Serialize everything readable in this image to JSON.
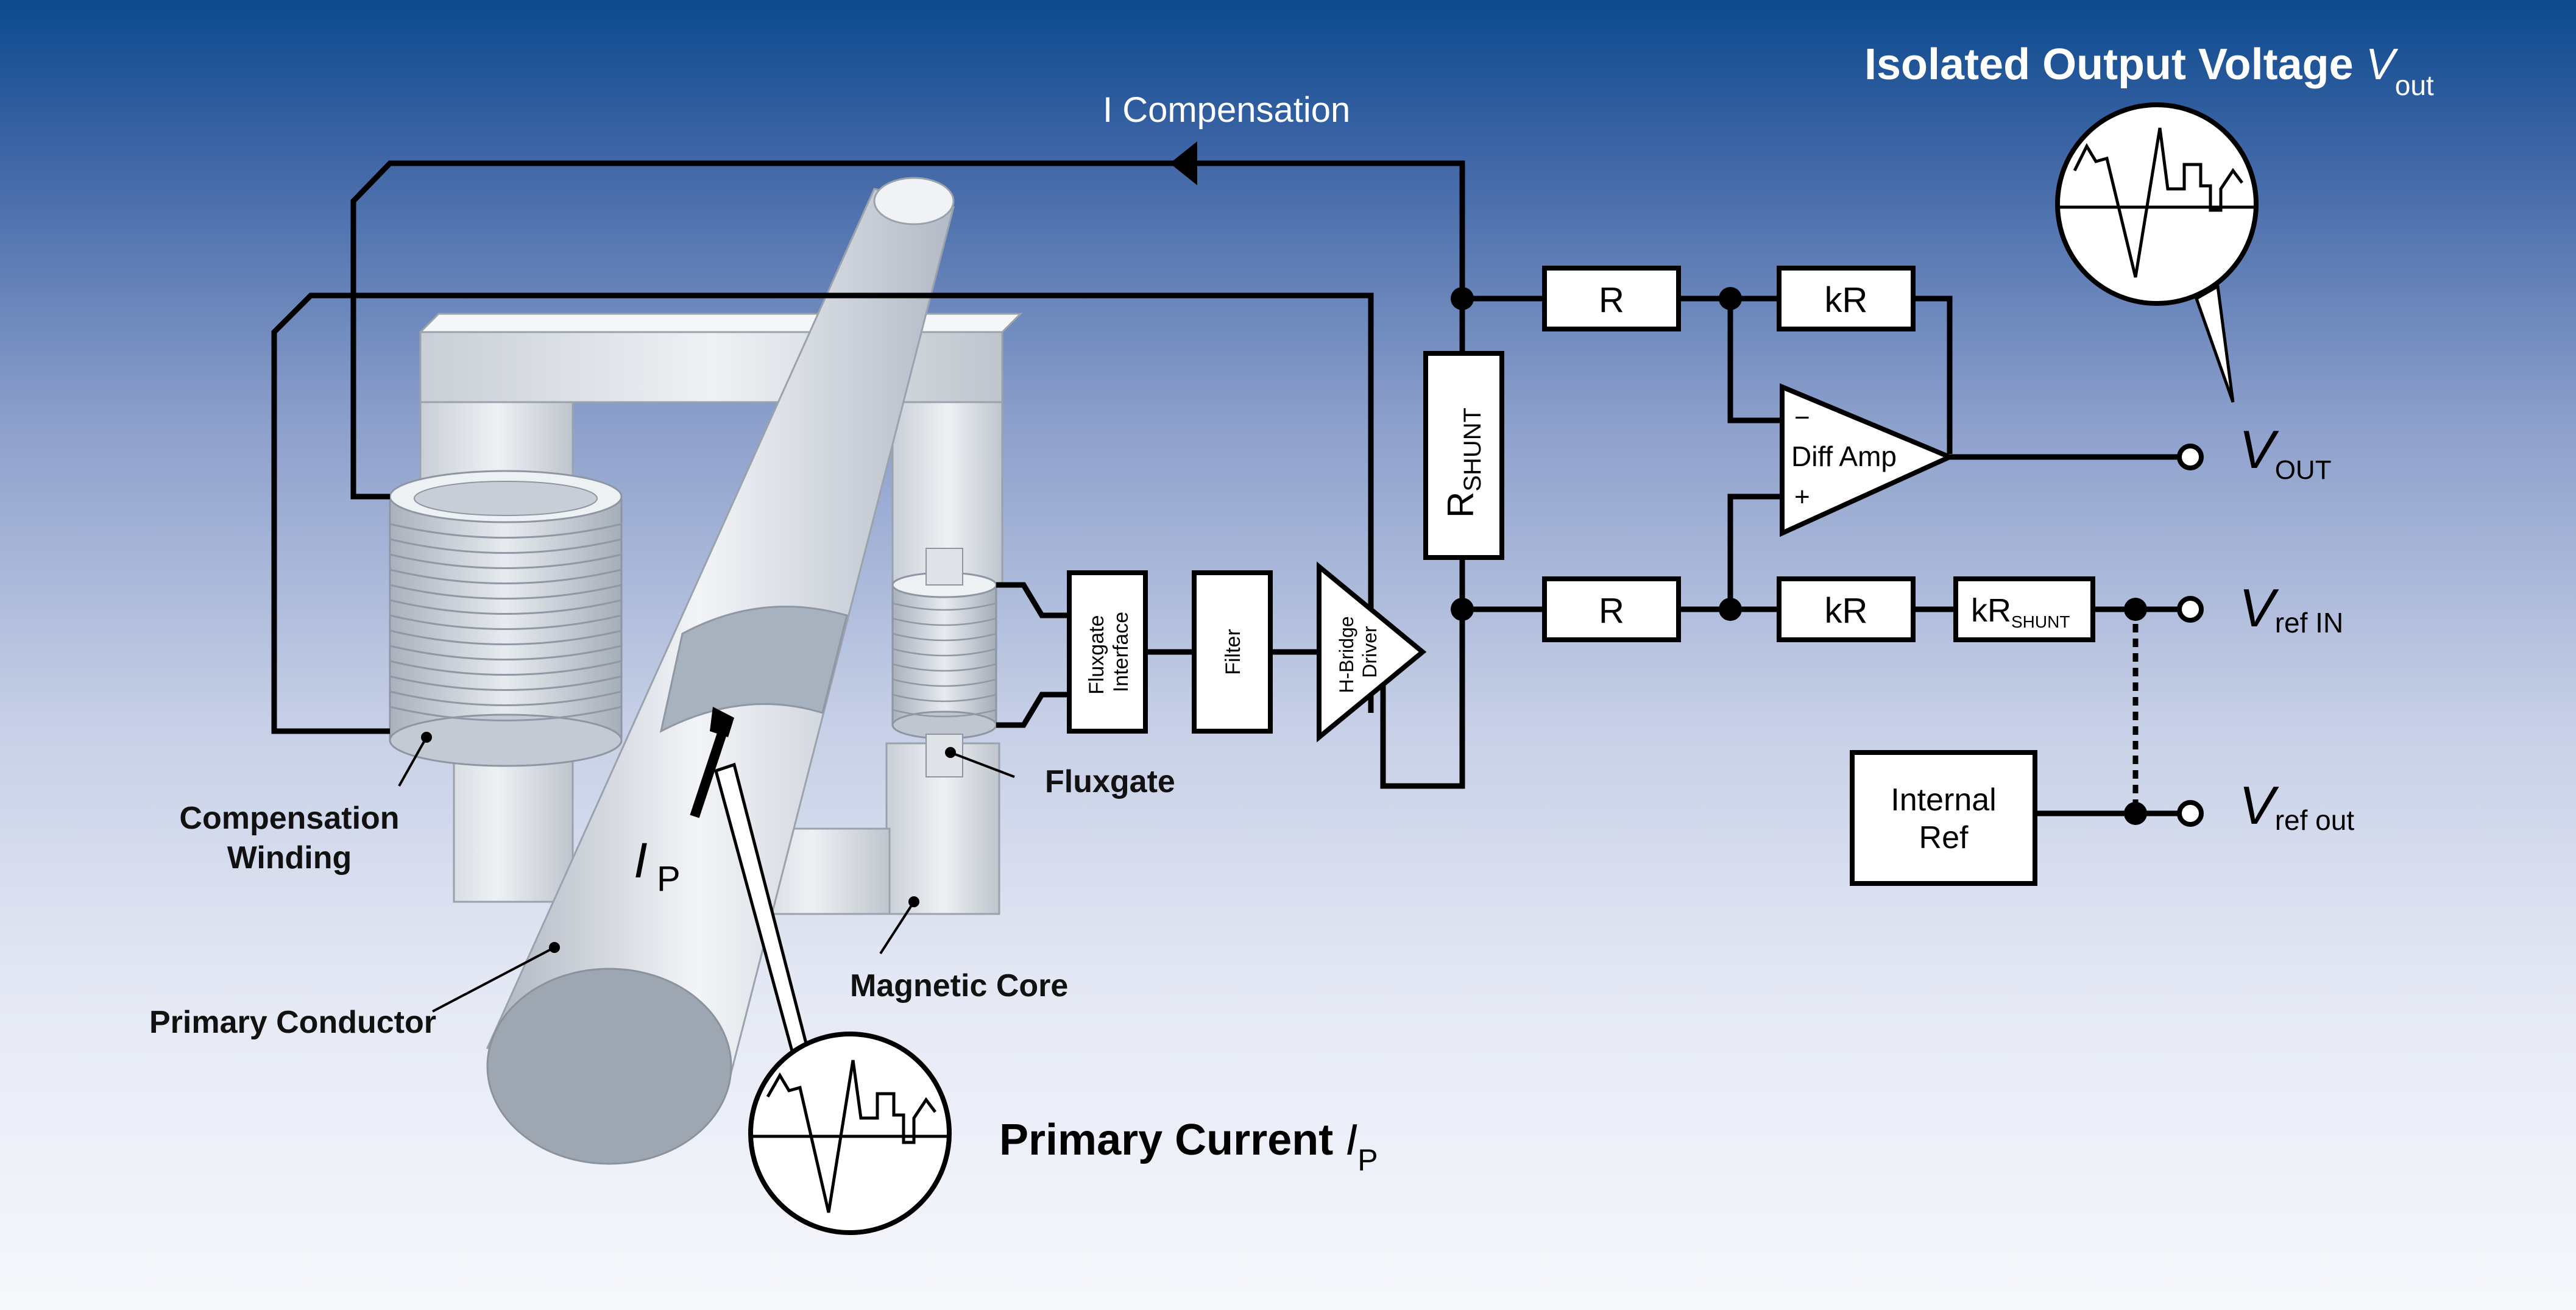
{
  "title": {
    "prefix": "Isolated Output Voltage ",
    "var": "V",
    "sub": "out"
  },
  "feedback": {
    "label": "I Compensation"
  },
  "blocks": {
    "fluxgate_interface": [
      "Fluxgate",
      "Interface"
    ],
    "filter": "Filter",
    "hbridge_driver": [
      "H-Bridge",
      "Driver"
    ],
    "r_shunt": {
      "main": "R",
      "sub": "SHUNT"
    },
    "r_top": "R",
    "kr_top": "kR",
    "r_bottom": "R",
    "kr_bottom": "kR",
    "kr_shunt": {
      "main": "kR",
      "sub": "SHUNT"
    },
    "diff_amp": {
      "label": "Diff Amp",
      "minus": "−",
      "plus": "+"
    },
    "internal_ref": [
      "Internal",
      "Ref"
    ]
  },
  "terminals": {
    "vout": {
      "var": "V",
      "sub": "OUT"
    },
    "vref_in": {
      "var": "V",
      "sub": "ref IN"
    },
    "vref_out": {
      "var": "V",
      "sub": "ref out"
    }
  },
  "callouts": {
    "compensation_winding": [
      "Compensation",
      "Winding"
    ],
    "fluxgate": "Fluxgate",
    "magnetic_core": "Magnetic Core",
    "primary_conductor": "Primary Conductor"
  },
  "current_label": {
    "var": "I",
    "sub": "P"
  },
  "primary_current": {
    "prefix": "Primary Current ",
    "var": "I",
    "sub": "P"
  },
  "colors": {
    "wire": "#000000",
    "block_fill": "#ffffff",
    "title_text": "#ffffff",
    "label_text": "#111111",
    "core": "#e3e7ec",
    "conductor": "#dde2ea"
  }
}
